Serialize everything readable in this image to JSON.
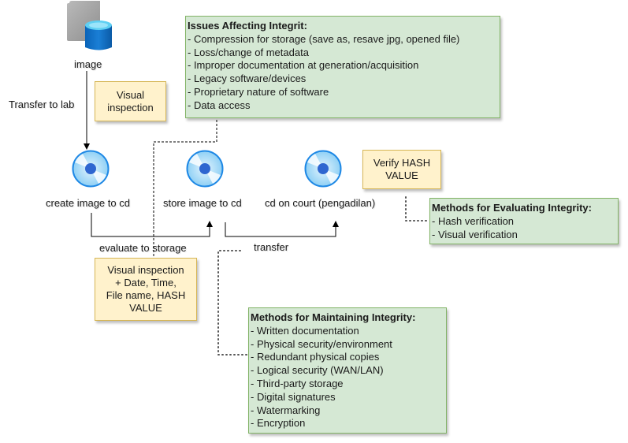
{
  "nodes": {
    "image": {
      "label": "image",
      "icon": "database-image-icon"
    },
    "create_cd": {
      "label": "create image to cd",
      "icon": "cd-icon"
    },
    "store_cd": {
      "label": "store image to cd",
      "icon": "cd-icon"
    },
    "court_cd": {
      "label": "cd on court (pengadilan)",
      "icon": "cd-icon"
    }
  },
  "edge_labels": {
    "transfer_to_lab": "Transfer to lab",
    "evaluate_to_storage": "evaluate to storage",
    "transfer": "transfer"
  },
  "notes": {
    "visual_inspection": [
      "Visual",
      "inspection"
    ],
    "verify_hash": [
      "Verify HASH",
      "VALUE"
    ],
    "visual_inspection_meta": [
      "Visual inspection",
      "+ Date, Time,",
      "File name, HASH",
      "VALUE"
    ]
  },
  "panels": {
    "issues": {
      "title": "Issues Affecting Integrit:",
      "items": [
        "- Compression for storage (save as, resave jpg, opened file)",
        "- Loss/change of metadata",
        "- Improper documentation at generation/acquisition",
        "- Legacy software/devices",
        "- Proprietary nature of software",
        "- Data access"
      ]
    },
    "evaluating": {
      "title": "Methods for Evaluating Integrity:",
      "items": [
        "- Hash verification",
        "- Visual verification"
      ]
    },
    "maintaining": {
      "title": "Methods for Maintaining Integrity:",
      "items": [
        "- Written documentation",
        "- Physical security/environment",
        "- Redundant physical copies",
        "- Logical security (WAN/LAN)",
        "- Third-party storage",
        "- Digital signatures",
        "- Watermarking",
        "- Encryption"
      ]
    }
  },
  "colors": {
    "note_fill": "#fff2cc",
    "note_stroke": "#d6b656",
    "panel_fill": "#d5e8d4",
    "panel_stroke": "#82b366",
    "cd_blue": "#1e88e5"
  }
}
